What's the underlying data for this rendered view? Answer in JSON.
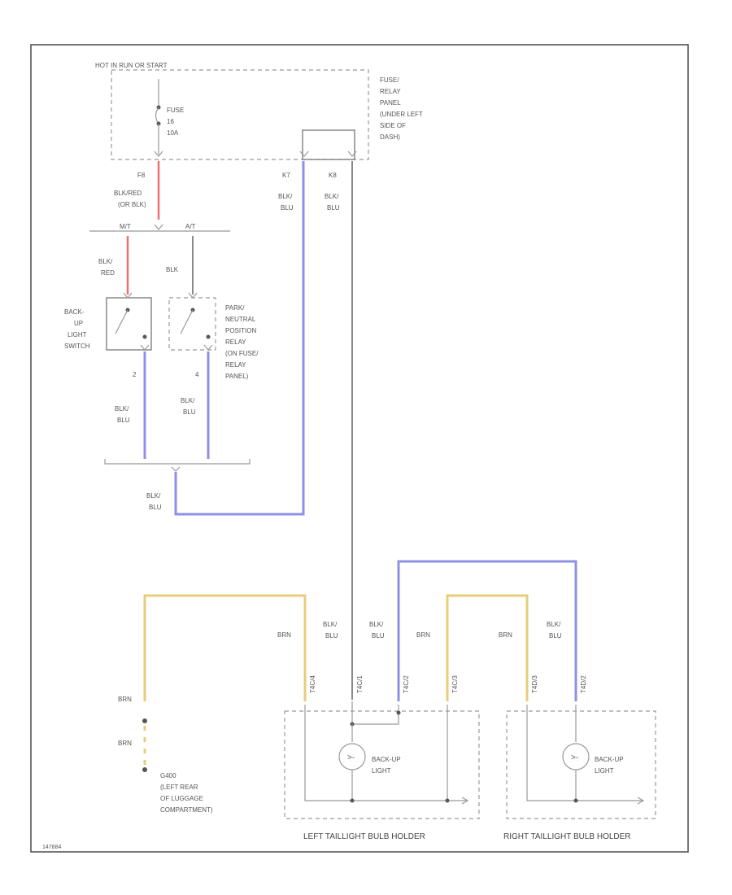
{
  "top_label": "HOT IN RUN OR START",
  "fuse_panel": {
    "lines": [
      "FUSE/",
      "RELAY",
      "PANEL",
      "(UNDER LEFT",
      "SIDE OF",
      "DASH)"
    ]
  },
  "fuse": {
    "lines": [
      "FUSE",
      "16",
      "10A"
    ]
  },
  "pins": {
    "f8": "F8",
    "k7": "K7",
    "k8": "K8"
  },
  "wire_colors": {
    "blk_red_or_blu": [
      "BLK/RED",
      "(OR BLK)"
    ],
    "k7": [
      "BLK/",
      "BLU"
    ],
    "k8": [
      "BLK/",
      "BLU"
    ],
    "mt_red": [
      "BLK/",
      "RED"
    ],
    "at_blk": "BLK",
    "sw_left_out": [
      "BLK/",
      "BLU"
    ],
    "sw_right_out": [
      "BLK/",
      "BLU"
    ],
    "splice_out": [
      "BLK/",
      "BLU"
    ],
    "brn_left": "BRN",
    "left_blk_blu": [
      "BLK/",
      "BLU"
    ],
    "left_blk_blu2": [
      "BLK/",
      "BLU"
    ],
    "brn_mid": "BRN",
    "brn_right": "BRN",
    "right_blk_blu": [
      "BLK/",
      "BLU"
    ],
    "ground_brn_1": "BRN",
    "ground_brn_2": "BRN"
  },
  "trans_labels": {
    "mt": "M/T",
    "at": "A/T"
  },
  "backup_switch": {
    "lines": [
      "BACK-",
      "UP",
      "LIGHT",
      "SWITCH"
    ],
    "pin": "2"
  },
  "park_relay": {
    "lines": [
      "PARK/",
      "NEUTRAL",
      "POSITION",
      "RELAY",
      "(ON FUSE/",
      "RELAY",
      "PANEL)"
    ],
    "pin": "4"
  },
  "connectors": {
    "l1": "T4C/4",
    "l2": "T4C/1",
    "l3": "T4C/2",
    "l4": "T4C/3",
    "r1": "T4D/3",
    "r2": "T4D/2"
  },
  "left_bulb_label": [
    "BACK-UP",
    "LIGHT"
  ],
  "right_bulb_label": [
    "BACK-UP",
    "LIGHT"
  ],
  "ground": {
    "lines": [
      "G400",
      "(LEFT REAR",
      "OF LUGGAGE",
      "COMPARTMENT)"
    ]
  },
  "left_holder_title": "LEFT TAILLIGHT BULB HOLDER",
  "right_holder_title": "RIGHT TAILLIGHT BULB HOLDER",
  "figure_id": "147884"
}
